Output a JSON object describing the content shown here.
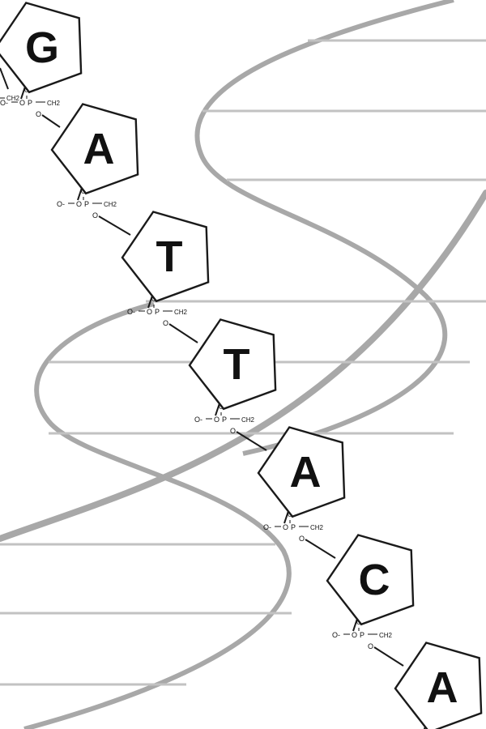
{
  "colors": {
    "background": "#ffffff",
    "backbone_strand": "#a8a8a8",
    "base_pair_rung": "#c2c2c2",
    "pentagon_stroke": "#1a1a1a",
    "ink": "#111111"
  },
  "bases": [
    {
      "letter": "G"
    },
    {
      "letter": "A"
    },
    {
      "letter": "T"
    },
    {
      "letter": "T"
    },
    {
      "letter": "A"
    },
    {
      "letter": "C"
    },
    {
      "letter": "A"
    }
  ],
  "phosphate_labels": {
    "o_minus": "O-",
    "o": "O",
    "p": "P",
    "ch2": "CH2"
  }
}
